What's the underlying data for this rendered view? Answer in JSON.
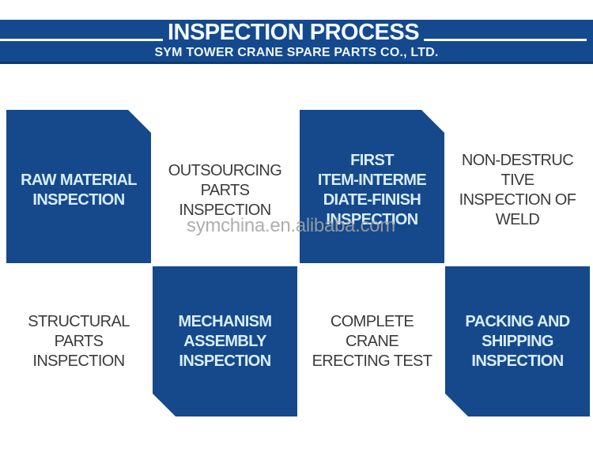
{
  "header": {
    "title": "INSPECTION PROCESS",
    "subtitle": "SYM TOWER CRANE SPARE PARTS CO., LTD."
  },
  "watermark": {
    "text": "symchina.en.alibaba.com"
  },
  "process": {
    "steps": [
      {
        "label": "RAW MATERIAL\nINSPECTION",
        "style": "blue"
      },
      {
        "label": "OUTSOURCING\nPARTS\nINSPECTION",
        "style": "white"
      },
      {
        "label": "FIRST\nITEM-INTERME\nDIATE-FINISH\nINSPECTION",
        "style": "blue"
      },
      {
        "label": "NON-DESTRUC\nTIVE\nINSPECTION OF\nWELD",
        "style": "white"
      },
      {
        "label": "STRUCTURAL\nPARTS\nINSPECTION",
        "style": "white"
      },
      {
        "label": "MECHANISM\nASSEMBLY\nINSPECTION",
        "style": "blue"
      },
      {
        "label": "COMPLETE\nCRANE\nERECTING TEST",
        "style": "white"
      },
      {
        "label": "PACKING AND\nSHIPPING\nINSPECTION",
        "style": "blue"
      }
    ]
  },
  "colors": {
    "header_blue": "#14498e",
    "header_border_blue": "#0e3a70",
    "box_blue": "#15498c",
    "blue_box_text": "#d9edf9",
    "dark_text": "#3b3b3d",
    "watermark_gray": "#a3a3a3"
  }
}
